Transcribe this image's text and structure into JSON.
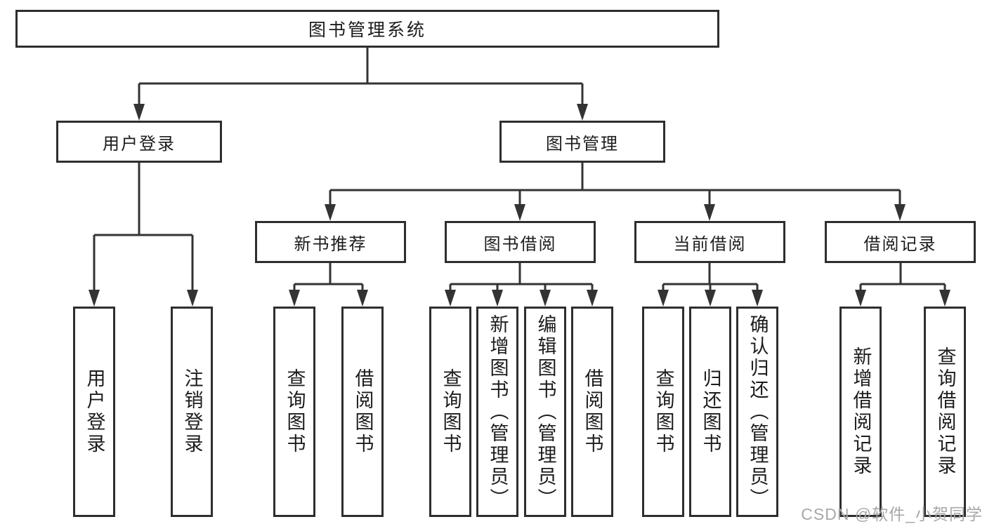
{
  "diagram": {
    "root": {
      "label": "图书管理系统"
    },
    "branches": [
      {
        "label": "用户登录",
        "children": [
          {
            "label": "用户登录"
          },
          {
            "label": "注销登录"
          }
        ]
      },
      {
        "label": "图书管理",
        "children": [
          {
            "label": "新书推荐",
            "children": [
              {
                "label": "查询图书"
              },
              {
                "label": "借阅图书"
              }
            ]
          },
          {
            "label": "图书借阅",
            "children": [
              {
                "label": "查询图书"
              },
              {
                "label": "新增图书（管理员）"
              },
              {
                "label": "编辑图书（管理员）"
              },
              {
                "label": "借阅图书"
              }
            ]
          },
          {
            "label": "当前借阅",
            "children": [
              {
                "label": "查询图书"
              },
              {
                "label": "归还图书"
              },
              {
                "label": "确认归还（管理员）"
              }
            ]
          },
          {
            "label": "借阅记录",
            "children": [
              {
                "label": "新增借阅记录"
              },
              {
                "label": "查询借阅记录"
              }
            ]
          }
        ]
      }
    ]
  },
  "watermark": {
    "text": "CSDN @软件_小贺同学"
  },
  "colors": {
    "border": "#2e2e2e",
    "line": "#333333",
    "text": "#1c1c1c",
    "watermark": "#a8a8a8",
    "background": "#ffffff"
  }
}
